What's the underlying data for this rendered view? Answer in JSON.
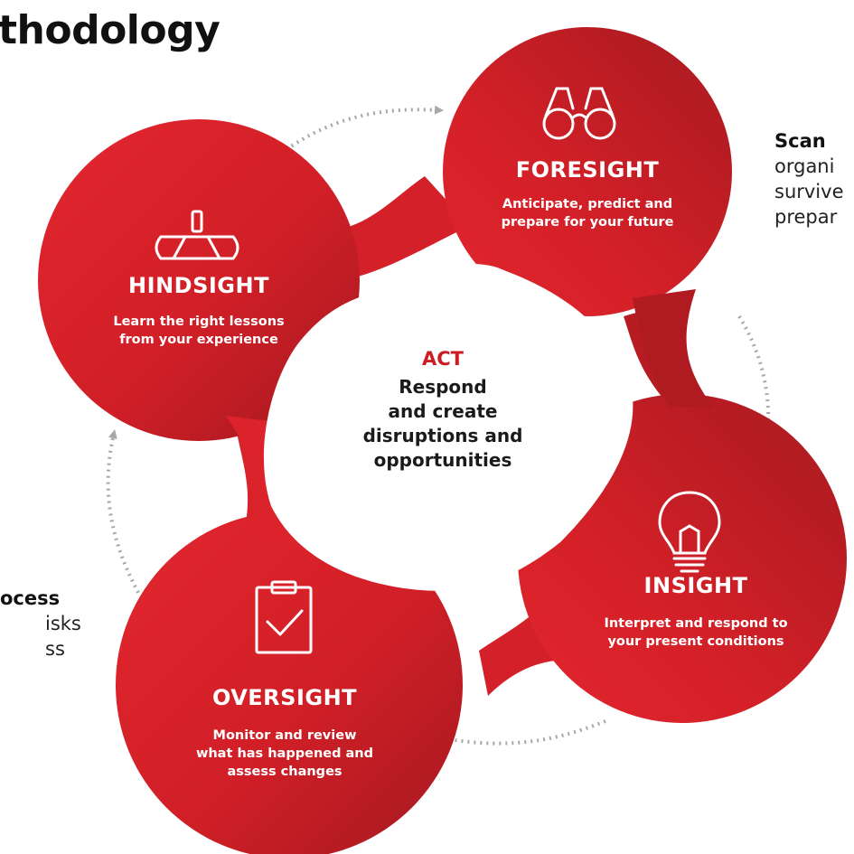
{
  "title": "thodology",
  "scan_note": {
    "bold": "Scan",
    "lines": [
      "organi",
      "survive",
      "prepar"
    ]
  },
  "process_note": {
    "bold": "ocess",
    "lines": [
      "isks",
      "ss"
    ]
  },
  "center": {
    "label": "ACT",
    "lines": [
      "Respond",
      "and create",
      "disruptions and",
      "opportunities"
    ]
  },
  "nodes": {
    "foresight": {
      "title": "FORESIGHT",
      "desc": [
        "Anticipate, predict and",
        "prepare for your future"
      ],
      "icon": "binoculars-icon"
    },
    "hindsight": {
      "title": "HINDSIGHT",
      "desc": [
        "Learn the right lessons",
        "from your experience"
      ],
      "icon": "rearview-mirror-icon"
    },
    "insight": {
      "title": "INSIGHT",
      "desc": [
        "Interpret and respond to",
        "your present conditions"
      ],
      "icon": "lightbulb-icon"
    },
    "oversight": {
      "title": "OVERSIGHT",
      "desc": [
        "Monitor and review",
        "what has happened and",
        "assess changes"
      ],
      "icon": "clipboard-check-icon"
    }
  },
  "colors": {
    "blob_light": "#e0242c",
    "blob_dark": "#a01a20",
    "arrow": "#a8a8a8",
    "act_label": "#cc1b23"
  }
}
